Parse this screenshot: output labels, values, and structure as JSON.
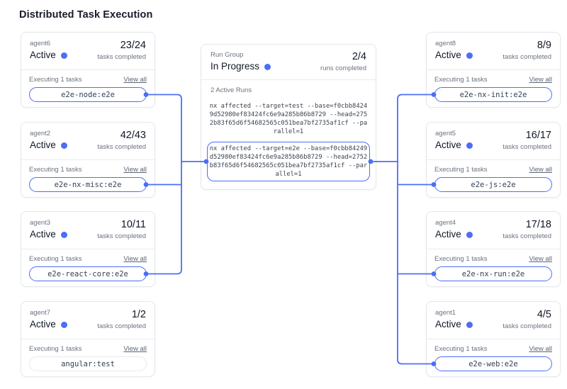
{
  "accent_color": "#4c6ef5",
  "page": {
    "title": "Distributed Task Execution"
  },
  "left_agents": [
    {
      "name": "agent6",
      "status": "Active",
      "count": "23/24",
      "count_label": "tasks completed",
      "executing_label": "Executing 1 tasks",
      "view_all": "View all",
      "task": "e2e-node:e2e"
    },
    {
      "name": "agent2",
      "status": "Active",
      "count": "42/43",
      "count_label": "tasks completed",
      "executing_label": "Executing 1 tasks",
      "view_all": "View all",
      "task": "e2e-nx-misc:e2e"
    },
    {
      "name": "agent3",
      "status": "Active",
      "count": "10/11",
      "count_label": "tasks completed",
      "executing_label": "Executing 1 tasks",
      "view_all": "View all",
      "task": "e2e-react-core:e2e"
    },
    {
      "name": "agent7",
      "status": "Active",
      "count": "1/2",
      "count_label": "tasks completed",
      "executing_label": "Executing 1 tasks",
      "view_all": "View all",
      "task": "angular:test"
    }
  ],
  "right_agents": [
    {
      "name": "agent8",
      "status": "Active",
      "count": "8/9",
      "count_label": "tasks completed",
      "executing_label": "Executing 1 tasks",
      "view_all": "View all",
      "task": "e2e-nx-init:e2e"
    },
    {
      "name": "agent5",
      "status": "Active",
      "count": "16/17",
      "count_label": "tasks completed",
      "executing_label": "Executing 1 tasks",
      "view_all": "View all",
      "task": "e2e-js:e2e"
    },
    {
      "name": "agent4",
      "status": "Active",
      "count": "17/18",
      "count_label": "tasks completed",
      "executing_label": "Executing 1 tasks",
      "view_all": "View all",
      "task": "e2e-nx-run:e2e"
    },
    {
      "name": "agent1",
      "status": "Active",
      "count": "4/5",
      "count_label": "tasks completed",
      "executing_label": "Executing 1 tasks",
      "view_all": "View all",
      "task": "e2e-web:e2e"
    }
  ],
  "run_group": {
    "label": "Run Group",
    "status": "In Progress",
    "count": "2/4",
    "count_label": "runs completed",
    "active_runs_label": "2 Active Runs",
    "command_test": "nx affected --target=test --base=f0cbb8424\n9d52980ef83424fc6e9a285b86b8729 --head=275\n2b83f65d6f54682565c051bea7bf2735af1cf --pa\nrallel=1",
    "command_e2e": "nx affected --target=e2e --base=f0cbb84249\nd52980ef83424fc6e9a285b86b8729 --head=2752\nb83f65d6f54682565c051bea7bf2735af1cf --par\nallel=1"
  }
}
